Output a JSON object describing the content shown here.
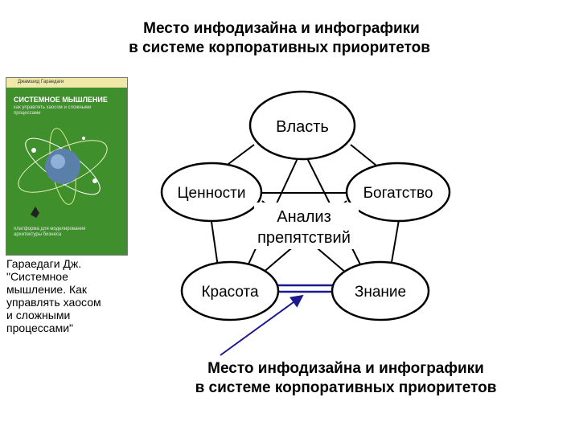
{
  "title": {
    "line1": "Место инфодизайна и инфографики",
    "line2": "в системе корпоративных  приоритетов"
  },
  "book": {
    "author": "Джамшид Гараедаги",
    "cover_title": "СИСТЕМНОЕ МЫШЛЕНИЕ",
    "cover_subtitle": "как управлять хаосом и сложными процессами",
    "cover_footer": "платформа для моделирования архитектуры бизнеса",
    "caption_lines": [
      "Гараедаги Дж.",
      "\"Системное",
      "мышление. Как",
      "управлять хаосом",
      "и сложными",
      "процессами\""
    ]
  },
  "diagram": {
    "nodes": [
      "Власть",
      "Ценности",
      "Богатство",
      "Красота",
      "Знание"
    ],
    "center_line1": "Анализ",
    "center_line2": "препятствий"
  },
  "bottom_title": {
    "line1": "Место инфодизайна и инфографики",
    "line2": "в системе корпоративных  приоритетов"
  },
  "colors": {
    "highlight": "#1a1a8c",
    "book_cover": "#3f8f2c"
  }
}
